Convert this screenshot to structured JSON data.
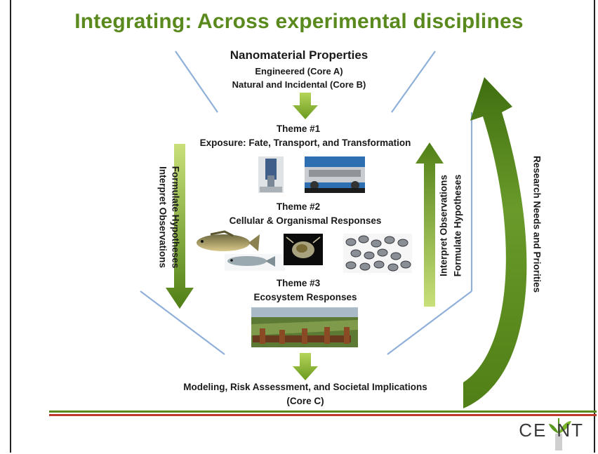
{
  "slide": {
    "title": "Integrating: Across experimental disciplines"
  },
  "top": {
    "heading": "Nanomaterial Properties",
    "line1": "Engineered (Core A)",
    "line2": "Natural and Incidental (Core B)"
  },
  "themes": [
    {
      "title": "Theme #1",
      "subtitle": "Exposure: Fate, Transport, and Transformation"
    },
    {
      "title": "Theme #2",
      "subtitle": "Cellular & Organismal Responses"
    },
    {
      "title": "Theme #3",
      "subtitle": "Ecosystem Responses"
    }
  ],
  "bottom": {
    "line1": "Modeling, Risk Assessment, and Societal Implications",
    "line2": "(Core C)"
  },
  "left_arrow": {
    "line1": "Formulate Hypotheses",
    "line2": "Interpret Observations"
  },
  "right_arrow": {
    "line1": "Interpret Observations",
    "line2": "Formulate Hypotheses"
  },
  "outer_arrow": {
    "label": "Research Needs and Priorities"
  },
  "logo": {
    "text_left": "CE",
    "text_right": "NT",
    "icon": "sprout-icon"
  },
  "colors": {
    "title_green": "#5a8a1e",
    "arrow_green": "#6a9a2a",
    "line_blue": "#8fb0d8",
    "stripe_green": "#5a8a1e",
    "stripe_red": "#c0392b"
  }
}
